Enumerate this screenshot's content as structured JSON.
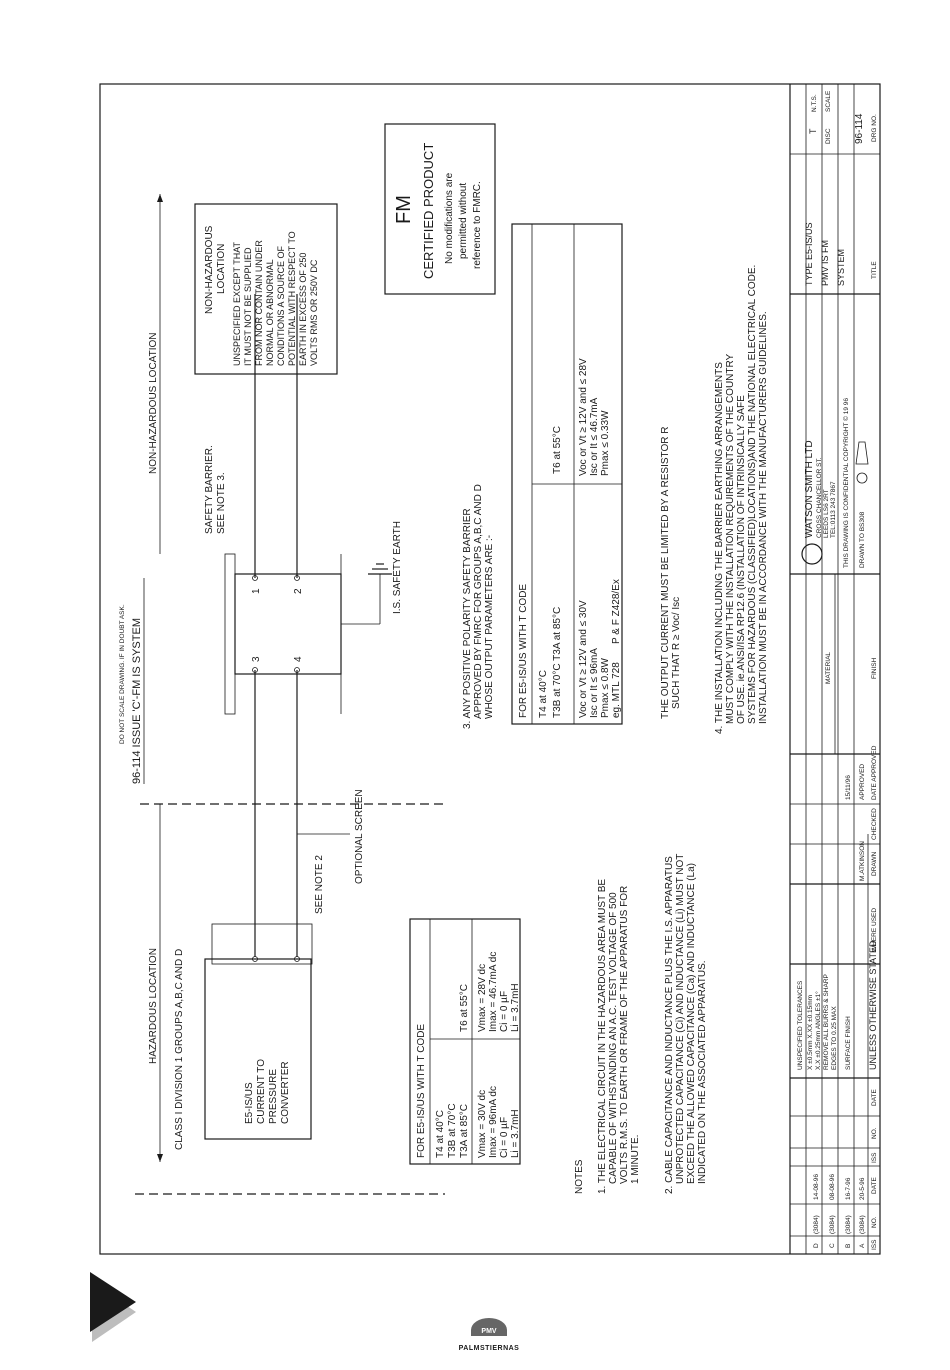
{
  "drawing": {
    "main_title": "96-114 ISSUE 'C'-FM IS SYSTEM",
    "scale_note": "DO NOT SCALE DRAWING. IF IN DOUBT ASK.",
    "hazardous_location": "HAZARDOUS LOCATION",
    "class_groups": "CLASS I DIVISION 1 GROUPS A,B,C AND D",
    "non_hazardous_location": "NON-HAZARDOUS LOCATION",
    "device": [
      "E5-IS/US",
      "CURRENT TO",
      "PRESSURE",
      "CONVERTER"
    ],
    "see_note_2": "SEE NOTE 2",
    "optional_screen": "OPTIONAL SCREEN",
    "safety_barrier": [
      "SAFETY BARRIER.",
      "SEE NOTE 3."
    ],
    "is_safety_earth": "I.S. SAFETY EARTH",
    "terminals": [
      "3",
      "4",
      "1",
      "2"
    ],
    "non_haz_box": {
      "title": [
        "NON-HAZARDOUS",
        "LOCATION"
      ],
      "lines": [
        "UNSPECIFIED EXCEPT THAT",
        "IT MUST NOT BE SUPPLIED",
        "FROM NOR CONTAIN UNDER",
        "NORMAL OR ABNORMAL",
        "CONDITIONS A SOURCE OF",
        "POTENTIAL WITH RESPECT TO",
        "EARTH IN EXCESS OF 250",
        "VOLTS RMS OR 250V DC"
      ]
    },
    "fm_box": {
      "logo": "FM",
      "title": "CERTIFIED PRODUCT",
      "lines": [
        "No modifications are",
        "permitted without",
        "reference to FMRC."
      ]
    },
    "table1": {
      "header": "FOR E5-IS/US WITH T CODE",
      "row1_left": [
        "T4 at 40°C",
        "T3B at 70°C",
        "T3A at 85°C"
      ],
      "row1_right": [
        "T6 at 55°C"
      ],
      "row2_left": [
        "Vmax = 30V dc",
        "Imax = 96mA dc",
        "Ci = 0 µF",
        "Li = 3.7mH"
      ],
      "row2_right": [
        "Vmax = 28V dc",
        "Imax = 46.7mA dc",
        "Ci = 0 µF",
        "Li = 3.7mH"
      ]
    },
    "table2": {
      "header": "FOR E5-IS/US WITH T CODE",
      "row1_left": [
        "T4 at 40°C",
        "T3B at 70°C  T3A at 85°C"
      ],
      "row1_right": [
        "T6 at 55°C"
      ],
      "row2_left": [
        "Voc or Vt ≥ 12V and ≤ 30V",
        "Isc or It ≤ 96mA",
        "Pmax ≤ 0.8W",
        "eg. MTL 728",
        "P & F Z428/Ex"
      ],
      "row2_right": [
        "Voc or Vt ≥ 12V and ≤ 28V",
        "Isc or It ≤ 46.7mA",
        "Pmax ≤ 0.33W"
      ]
    },
    "notes_title": "NOTES",
    "note1": [
      "1. THE ELECTRICAL CIRCUIT IN THE HAZARDOUS AREA MUST BE",
      "CAPABLE OF WITHSTANDING AN A.C. TEST VOLTAGE OF 500",
      "VOLTS R.M.S. TO EARTH OR FRAME OF THE APPARATUS FOR",
      "1 MINUTE."
    ],
    "note2": [
      "2. CABLE CAPACITANCE AND INDUCTANCE PLUS THE I.S. APPARATUS",
      "UNPROTECTED CAPACITANCE (Ci) AND INDUCTANCE (Li) MUST NOT",
      "EXCEED THE ALLOWED CAPACITANCE (Ca) AND INDUCTANCE (La)",
      "INDICATED ON THE ASSOCIATED APPARATUS."
    ],
    "note3": [
      "3. ANY POSITIVE POLARITY SAFETY BARRIER",
      "APPROVED BY FMRC FOR GROUPS A,B,C AND D",
      "WHOSE OUTPUT PARAMETERS ARE :-"
    ],
    "note3b": [
      "THE OUTPUT CURRENT MUST BE LIMITED BY A RESISTOR R",
      "SUCH THAT R ≥ Voc/ Isc"
    ],
    "note4": [
      "4. THE INSTALLATION INCLUDING THE BARRIER EARTHING ARRANGEMENTS",
      "MUST COMPLY WITH THE INSTALLATION REQUIREMENTS OF THE COUNTRY",
      "OF USE. ie.ANSI/ISA RP12.6 (INSTALLATION OF INTRINSICALLY SAFE",
      "SYSTEMS FOR HAZARDOUS (CLASSIFIED)LOCATIONS)AND THE NATIONAL ELECTRICAL CODE.",
      "INSTALLATION MUST BE IN ACCORDANCE WITH THE MANUFACTURERS GUIDELINES."
    ]
  },
  "title_block": {
    "revisions": [
      {
        "iss": "A",
        "no": "(3084)",
        "date": "20-5-96"
      },
      {
        "iss": "B",
        "no": "(3084)",
        "date": "16-7-96"
      },
      {
        "iss": "C",
        "no": "(3084)",
        "date": "08-08-96"
      },
      {
        "iss": "D",
        "no": "(3084)",
        "date": "14-08-96"
      }
    ],
    "rev_headers": [
      "ISS",
      "NO.",
      "DATE",
      "ISS",
      "NO.",
      "DATE"
    ],
    "tolerances": [
      "UNSPECIFIED TOLERANCES",
      "X ±0.5mm X.XX ±0.15mm",
      "X.X ±0.25mm ANGLES ±1°",
      "REMOVE ALL BURRS & SHARP",
      "EDGES TO 0.25 MAX",
      "SURFACE FINISH"
    ],
    "unless": "UNLESS OTHERWISE STATED",
    "where_used": "WHERE USED",
    "drawn_label": "DRAWN",
    "drawn_by": "M.ATKINSON",
    "checked_label": "CHECKED",
    "approved_label": "APPROVED",
    "date_approved_label": "DATE APPROVED",
    "date_approved": "15/11/96",
    "material_label": "MATERIAL",
    "finish_label": "FINISH",
    "company": "WATSON SMITH LTD",
    "company_address": [
      "CROSS CHANCELLOR ST.",
      "LEEDS LS6 2RT",
      "TEL:0113 243 7867"
    ],
    "confidential": "THIS DRAWING IS CONFIDENTIAL  COPYRIGHT © 19  96",
    "drawn_to": "DRAWN TO BS308",
    "title_label": "TITLE",
    "title_lines": [
      "TYPE E5-IS/US",
      "PMV IS FM",
      "SYSTEM"
    ],
    "disc_label": "DISC",
    "disc_value": "T",
    "scale_label": "SCALE",
    "scale_value": "N.T.S.",
    "drg_label": "DRG NO.",
    "drg_no": "96-114"
  },
  "brand": {
    "badge": "PMV",
    "word": "PALMSTIERNAS"
  }
}
